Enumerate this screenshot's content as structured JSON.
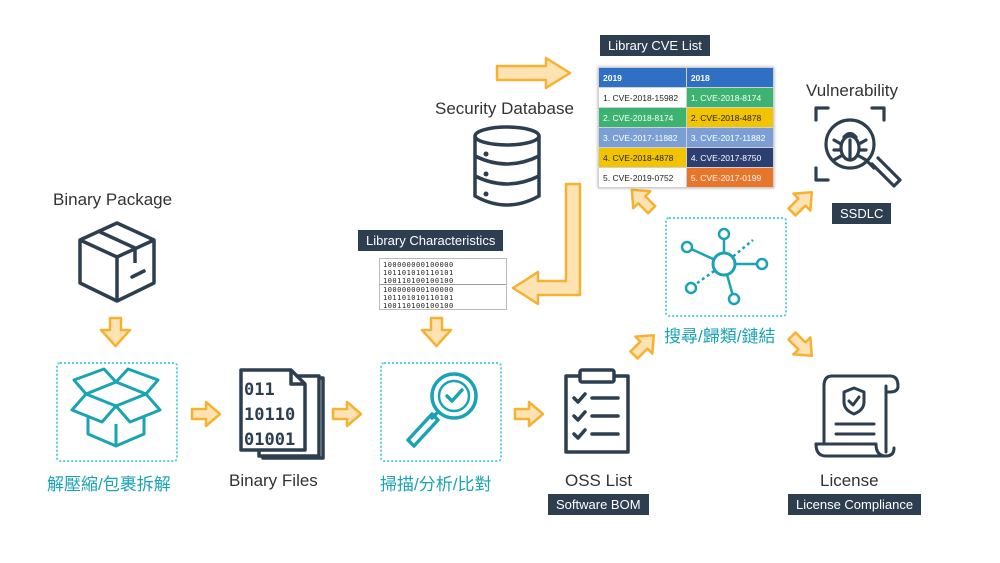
{
  "labels": {
    "binary_package": "Binary Package",
    "unpack": "解壓縮/包裹拆解",
    "binary_files": "Binary Files",
    "scan": "掃描/分析/比對",
    "oss_list": "OSS List",
    "software_bom": "Software BOM",
    "security_database": "Security Database",
    "library_characteristics": "Library Characteristics",
    "library_cve_list": "Library CVE List",
    "search_link": "搜尋/歸類/鏈結",
    "vulnerability": "Vulnerability",
    "ssdlc": "SSDLC",
    "license": "License",
    "license_compliance": "License Compliance"
  },
  "binary_digits": [
    "011",
    "10110",
    "01001"
  ],
  "bit_pattern": {
    "block1": [
      "100000000100000",
      "101101010110101",
      "100110100100100"
    ],
    "block2": [
      "100000000100000",
      "101101010110101",
      "100110100100100"
    ]
  },
  "cve_table": {
    "headers": [
      "2019",
      "2018"
    ],
    "rows": [
      {
        "c2019": "1. CVE-2018-15982",
        "c2018": "1. CVE-2018-8174"
      },
      {
        "c2019": "2. CVE-2018-8174",
        "c2018": "2. CVE-2018-4878"
      },
      {
        "c2019": "3. CVE-2017-11882",
        "c2018": "3. CVE-2017-11882"
      },
      {
        "c2019": "4. CVE-2018-4878",
        "c2018": "4. CVE-2017-8750"
      },
      {
        "c2019": "5. CVE-2019-0752",
        "c2018": "5. CVE-2017-0199"
      }
    ],
    "colors_2019": [
      "#ffffff",
      "#3cb371",
      "#7b9fd4",
      "#f2c400",
      "#ffffff"
    ],
    "colors_2018": [
      "#3cb371",
      "#f2c400",
      "#7b9fd4",
      "#2d3e70",
      "#e8752a"
    ]
  },
  "colors": {
    "arrow": "#f6b130",
    "teal": "#1aa3b3",
    "navy": "#2d3e50",
    "icon_dark": "#2d3e50"
  },
  "icons": [
    "box-icon",
    "open-box-icon",
    "binary-file-icon",
    "magnifier-check-icon",
    "clipboard-checklist-icon",
    "database-icon",
    "network-graph-icon",
    "bug-magnifier-icon",
    "license-scroll-icon"
  ]
}
